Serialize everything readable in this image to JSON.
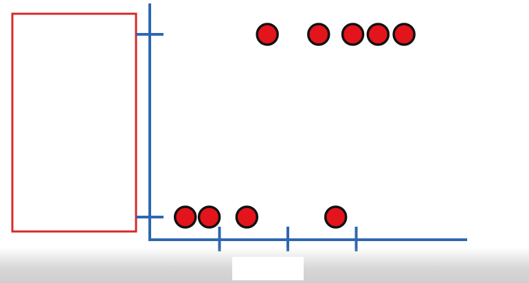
{
  "colors": {
    "axis": "#2e67b1",
    "point_fill": "#e3141b",
    "point_stroke": "#111111",
    "box_outline": "#d42a2a",
    "background": "#ffffff"
  },
  "chart_data": {
    "type": "scatter",
    "title": "",
    "xlabel": "",
    "ylabel": "",
    "x_ticks": 3,
    "y_levels": 2,
    "grid": false,
    "series": [
      {
        "points": [
          {
            "x": 0.5,
            "y": 0
          },
          {
            "x": 0.85,
            "y": 0
          },
          {
            "x": 1.4,
            "y": 0
          },
          {
            "x": 2.7,
            "y": 0
          },
          {
            "x": 1.7,
            "y": 1
          },
          {
            "x": 2.45,
            "y": 1
          },
          {
            "x": 2.95,
            "y": 1
          },
          {
            "x": 3.32,
            "y": 1
          },
          {
            "x": 3.7,
            "y": 1
          }
        ]
      }
    ]
  }
}
